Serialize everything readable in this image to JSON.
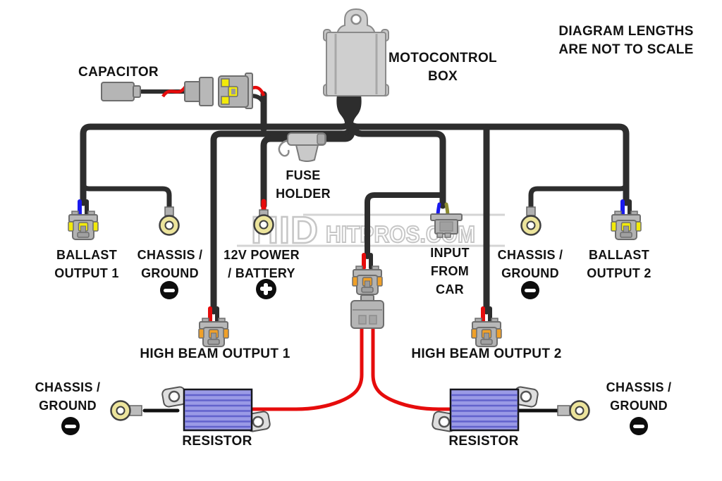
{
  "note": {
    "l1": "DIAGRAM LENGTHS",
    "l2": "ARE NOT TO SCALE"
  },
  "box_label": {
    "l1": "MOTOCONTROL",
    "l2": "BOX"
  },
  "labels": {
    "capacitor": "CAPACITOR",
    "fuse_holder": {
      "l1": "FUSE",
      "l2": "HOLDER"
    },
    "ballast_output_1": {
      "l1": "BALLAST",
      "l2": "OUTPUT 1"
    },
    "ballast_output_2": {
      "l1": "BALLAST",
      "l2": "OUTPUT 2"
    },
    "chassis_ground": {
      "l1": "CHASSIS /",
      "l2": "GROUND"
    },
    "power_12v": {
      "l1": "12V POWER",
      "l2": "/ BATTERY"
    },
    "input_from_car": {
      "l1": "INPUT",
      "l2": "FROM",
      "l3": "CAR"
    },
    "high_beam_output_1": "HIGH BEAM OUTPUT 1",
    "high_beam_output_2": "HIGH BEAM OUTPUT 2",
    "resistor": "RESISTOR"
  },
  "watermark": {
    "brand_large": "HID",
    "brand_small": "HITPROS.COM"
  },
  "colors": {
    "wire_black": "#2d2d2d",
    "power_red": "#e60c0c",
    "signal_blue": "#1a1aee",
    "ground_olive": "#8a8a30",
    "connector_gray": "#b5b5b5",
    "tab_yellow": "#f2ea0a",
    "tab_orange": "#f0a028",
    "ring_terminal_yellow": "#ece49c",
    "resistor_body_blue": "#9a9ae6",
    "watermark_gray": "#c9c9c9",
    "label_black": "#121212"
  }
}
